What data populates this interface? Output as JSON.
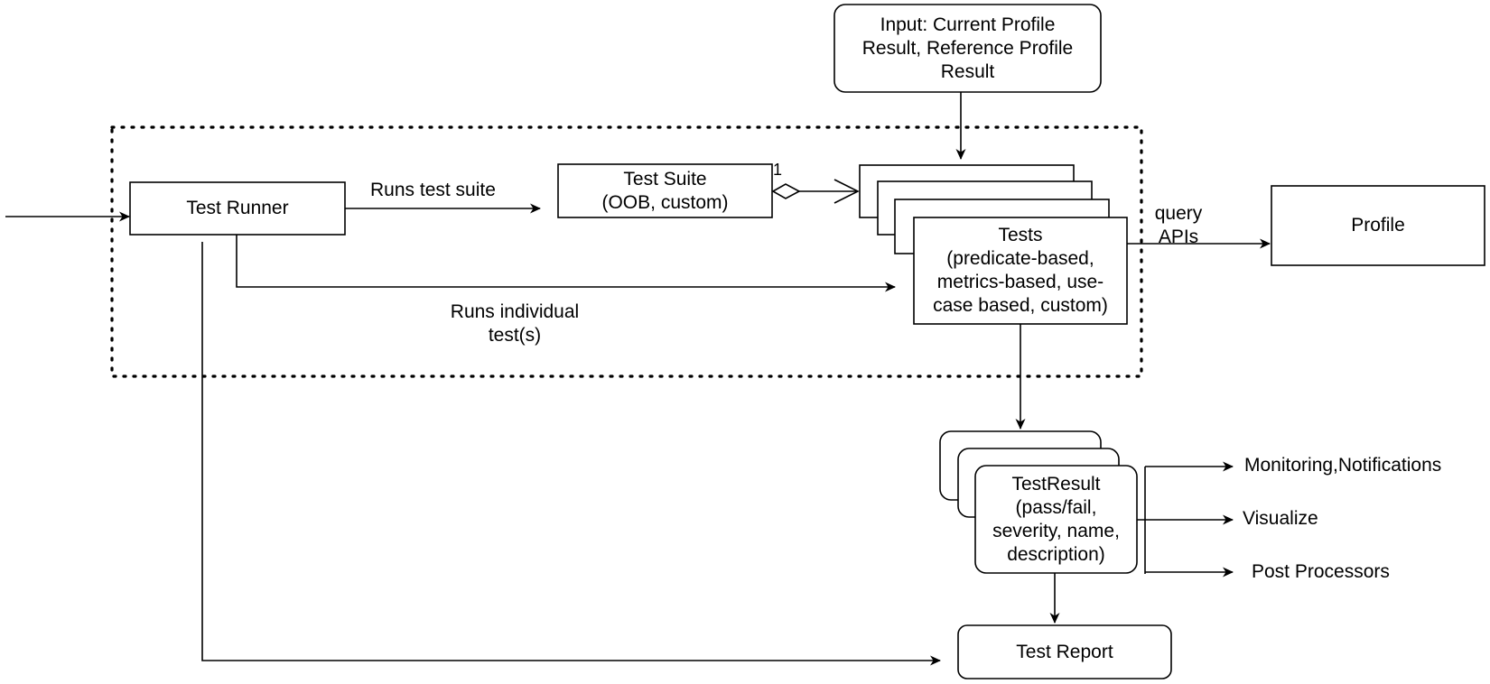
{
  "nodes": {
    "input": "Input: Current Profile\nResult, Reference Profile\nResult",
    "test_runner": "Test Runner",
    "test_suite": "Test Suite\n(OOB, custom)",
    "tests": "Tests\n(predicate-based,\nmetrics-based, use-\ncase based, custom)",
    "profile": "Profile",
    "test_result": "TestResult\n(pass/fail,\nseverity, name,\ndescription)",
    "test_report": "Test Report"
  },
  "edges": {
    "runs_test_suite": "Runs test suite",
    "runs_individual_tests": "Runs individual\ntest(s)",
    "query_apis": "query\nAPIs",
    "multiplicity": "1"
  },
  "outputs": {
    "monitoring": "Monitoring,Notifications",
    "visualize": "Visualize",
    "post_processors": "Post Processors"
  },
  "colors": {
    "stroke": "#000000",
    "fill": "#ffffff"
  }
}
